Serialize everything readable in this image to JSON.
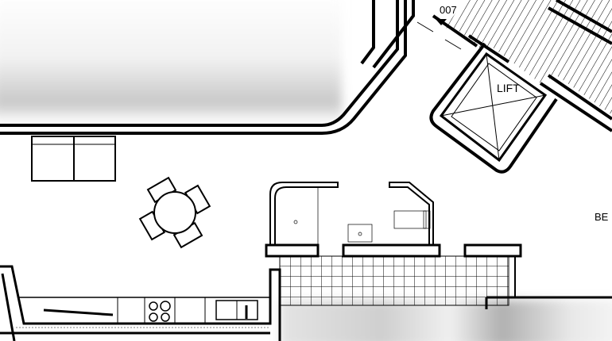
{
  "labels": {
    "room_number": "007",
    "lift": "LIFT",
    "bedroom_partial": "BE"
  },
  "colors": {
    "line": "#000000",
    "background": "#ffffff",
    "blur_patch": "#b8b8b8"
  }
}
